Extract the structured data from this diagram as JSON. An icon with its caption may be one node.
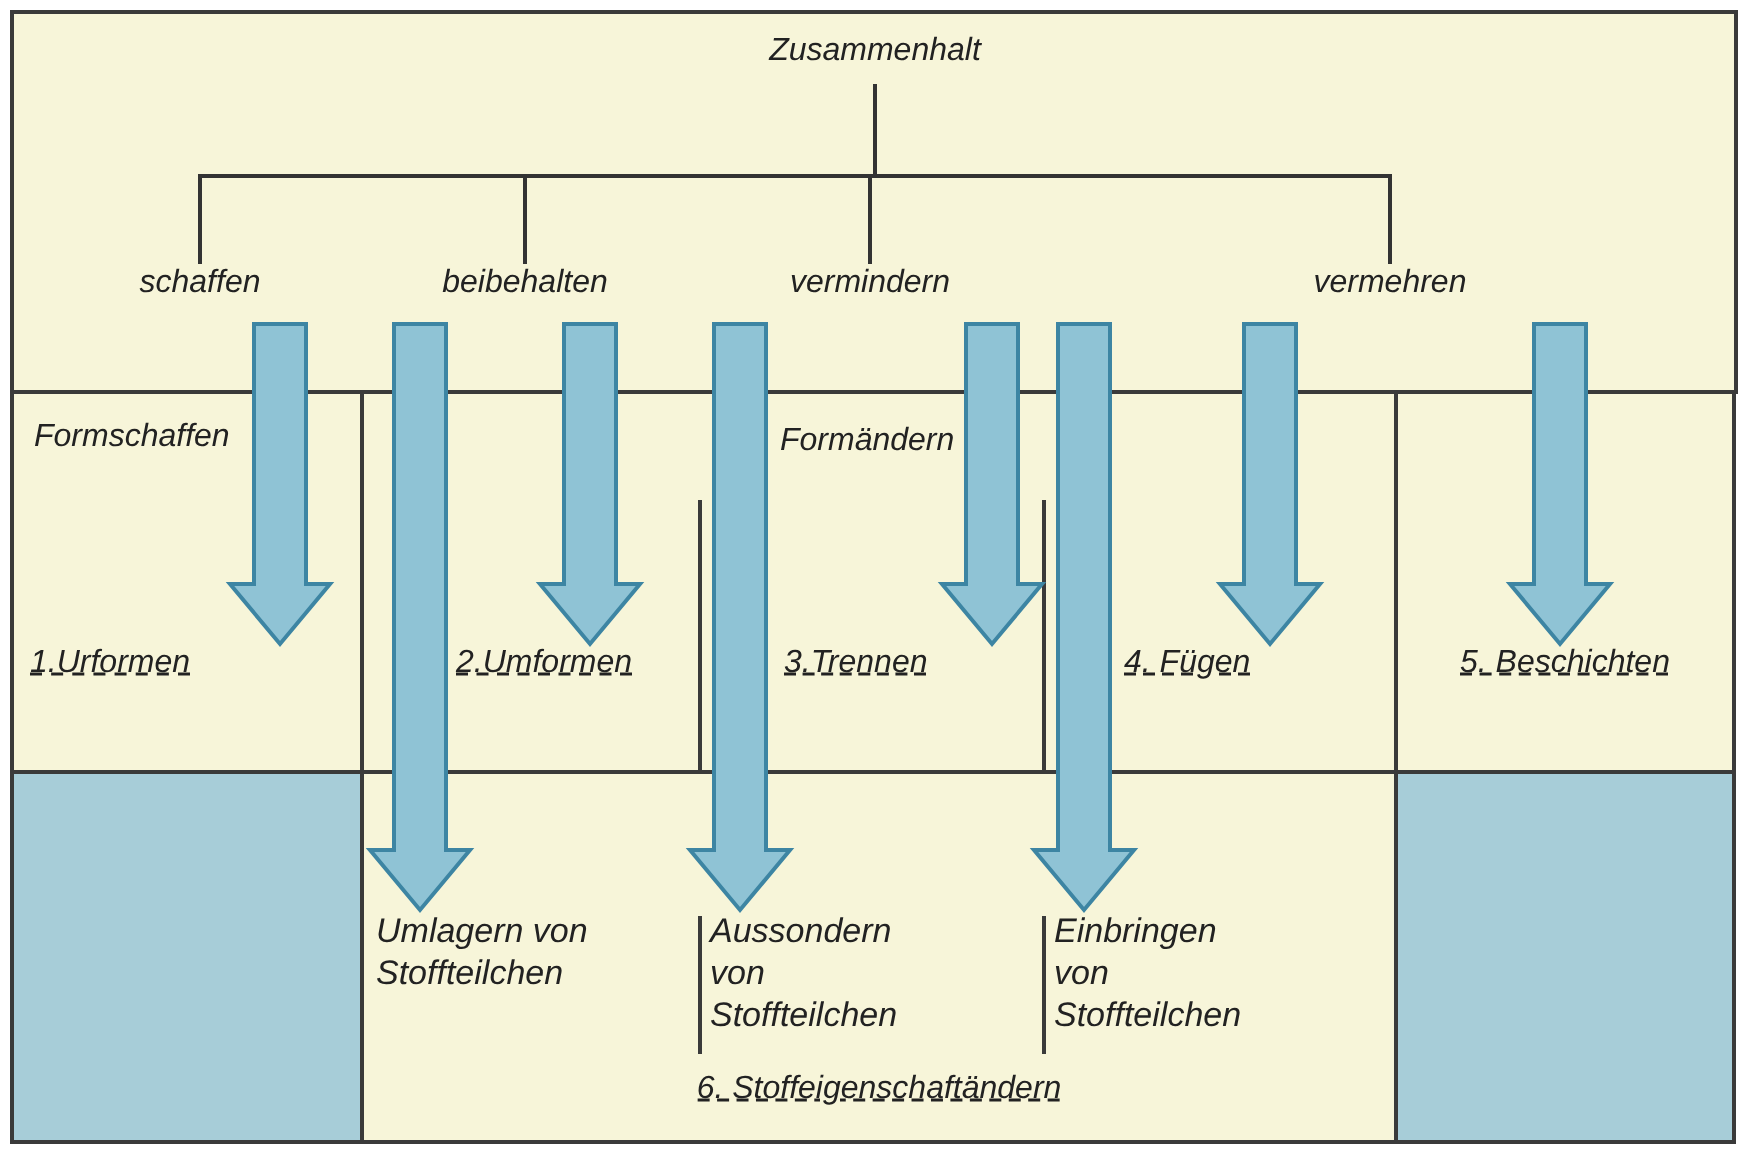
{
  "diagram": {
    "nodes": [
      {
        "text": [
          "Zusammenhalt"
        ]
      },
      {
        "text": [
          "schaffen"
        ]
      },
      {
        "text": [
          "beibehalten"
        ]
      },
      {
        "text": [
          "vermindern"
        ]
      },
      {
        "text": [
          "vermehren"
        ]
      },
      {
        "text": [
          "Formschaffen"
        ]
      },
      {
        "text": [
          "1.Urformen"
        ],
        "in": 5
      },
      {
        "text": [
          "Formändern"
        ]
      },
      {
        "text": [
          "2.Umformen"
        ],
        "in": 7
      },
      {
        "text": [
          "3.Trennen"
        ],
        "in": 7
      },
      {
        "text": [
          "4. Fügen"
        ],
        "in": 7
      },
      {
        "text": [
          "5. Beschichten"
        ]
      },
      {
        "text": [],
        "shape": "box"
      },
      {
        "text": [
          "6. Stoffeigenschaftändern"
        ]
      },
      {
        "text": [
          "Umlagern von Stoffteilchen"
        ],
        "in": 13
      },
      {
        "text": [
          "Aussondern von Stoffteilchen"
        ],
        "in": 13
      },
      {
        "text": [
          "Einbringen von Stoffteilchen"
        ],
        "in": 13
      },
      {
        "text": [],
        "shape": "box"
      }
    ],
    "edges": [
      {
        "from": 0,
        "to": 1,
        "arrow": "none"
      },
      {
        "from": 0,
        "to": 2,
        "arrow": "none"
      },
      {
        "from": 0,
        "to": 3,
        "arrow": "none"
      },
      {
        "from": 0,
        "to": 4,
        "arrow": "none"
      },
      {
        "from": 1,
        "to": 6,
        "arrow": "to",
        "style": "thick"
      },
      {
        "from": 2,
        "to": 14,
        "arrow": "to",
        "style": "thick"
      },
      {
        "from": 2,
        "to": 8,
        "arrow": "to",
        "style": "thick"
      },
      {
        "from": 3,
        "to": 15,
        "arrow": "to",
        "style": "thick"
      },
      {
        "from": 3,
        "to": 9,
        "arrow": "to",
        "style": "thick"
      },
      {
        "from": 4,
        "to": 16,
        "arrow": "to",
        "style": "thick"
      },
      {
        "from": 4,
        "to": 10,
        "arrow": "to",
        "style": "thick"
      },
      {
        "from": 4,
        "to": 11,
        "arrow": "to",
        "style": "thick"
      }
    ]
  }
}
